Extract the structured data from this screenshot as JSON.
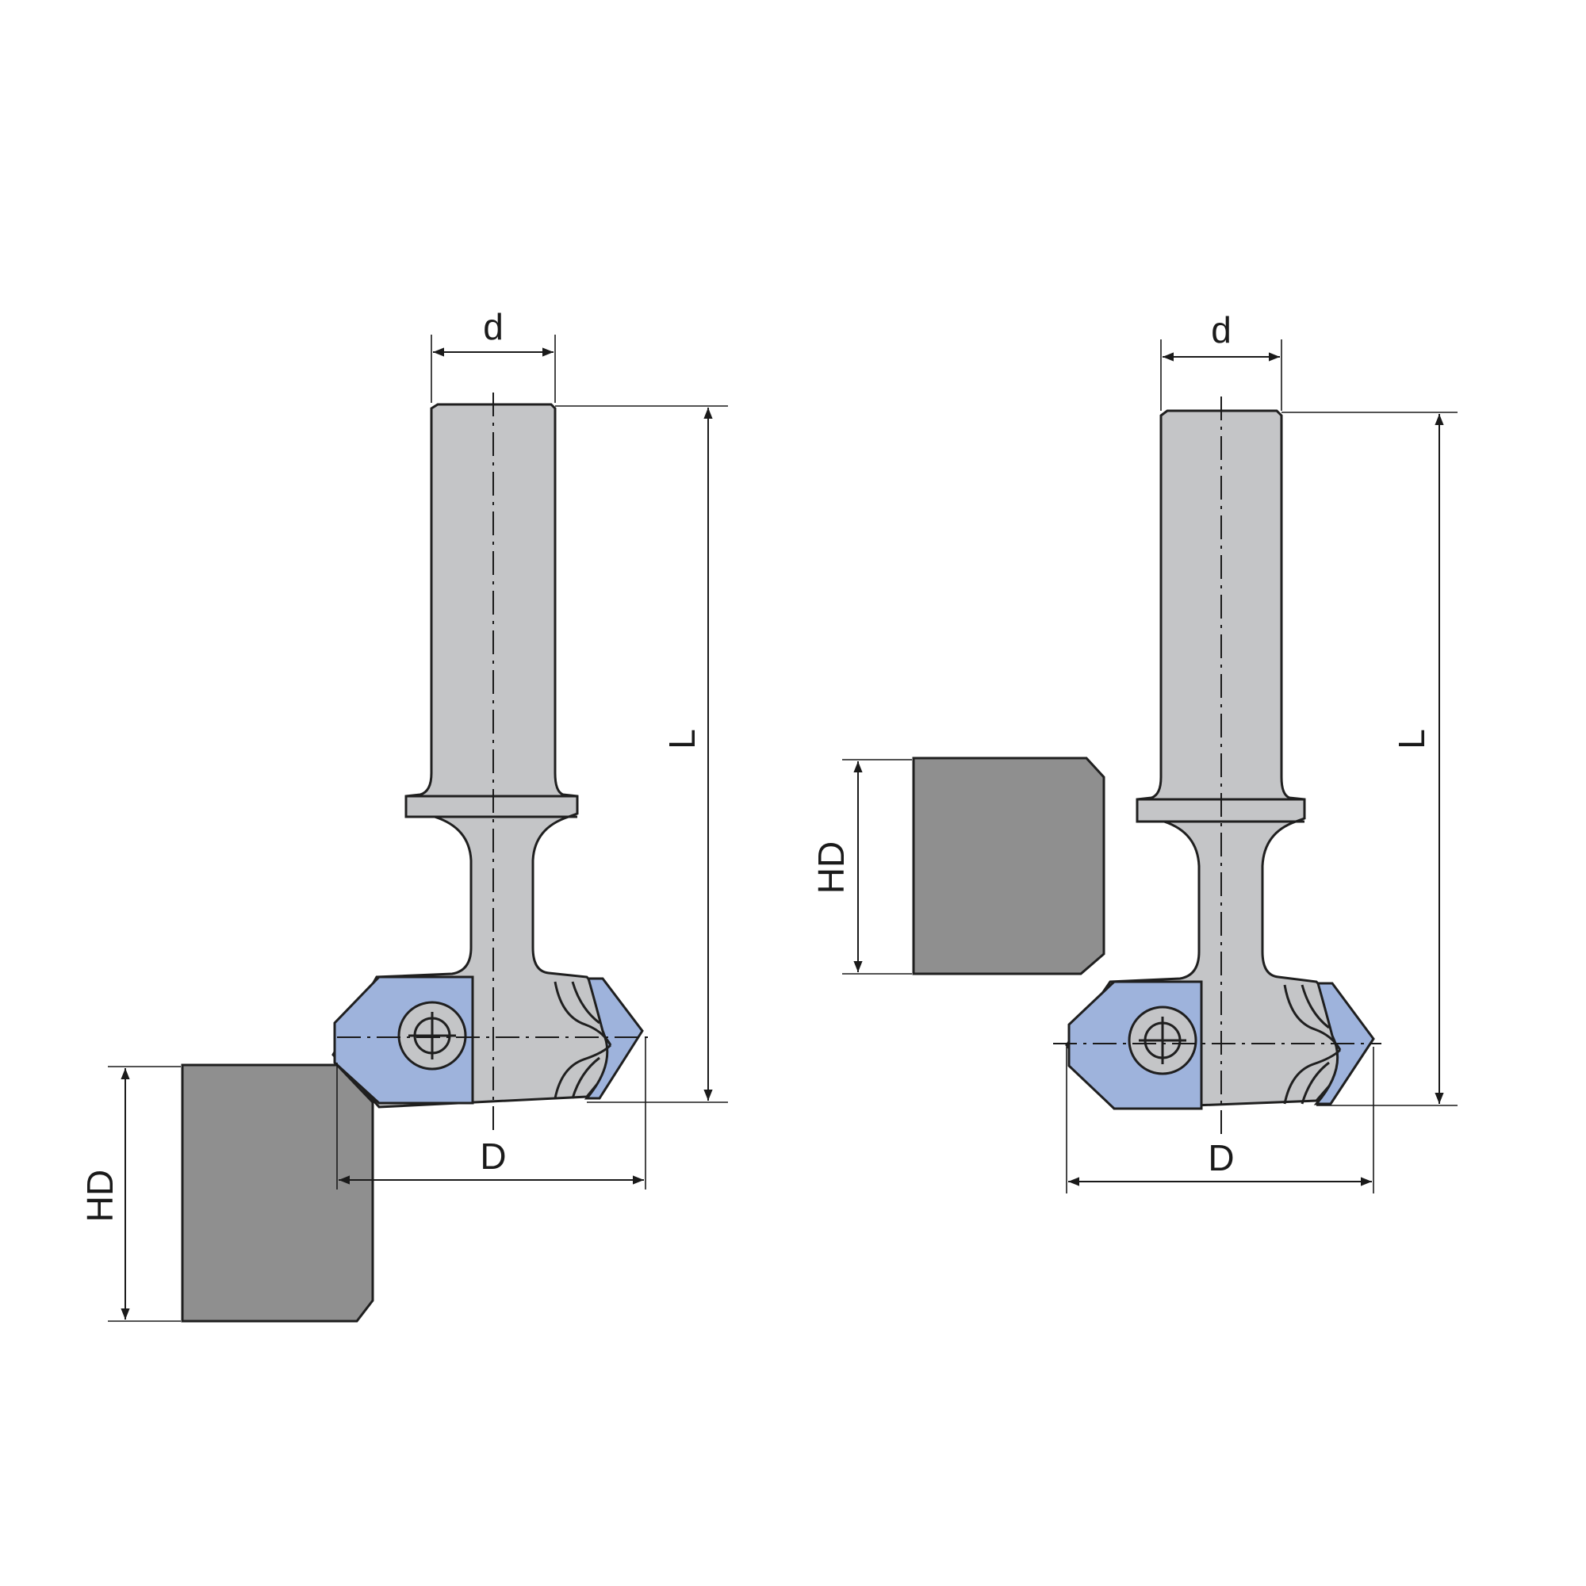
{
  "left_view": {
    "label_shank_diameter": "d",
    "label_length": "L",
    "label_cut_diameter": "D",
    "label_height": "HD"
  },
  "right_view": {
    "label_shank_diameter": "d",
    "label_length": "L",
    "label_cut_diameter": "D",
    "label_height": "HD"
  },
  "colors": {
    "tool_body": "#c4c5c7",
    "insert": "#9eb3dc",
    "workpiece": "#8f8f8f"
  }
}
